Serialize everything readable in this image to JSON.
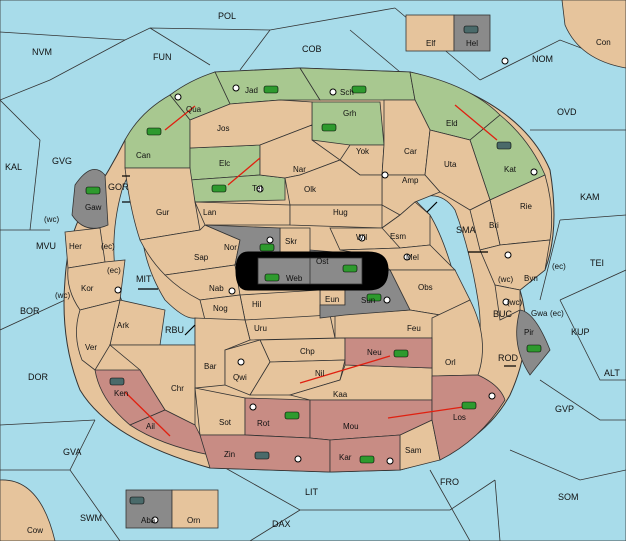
{
  "colors": {
    "sea": "#a8dcea",
    "land": "#e6c49c",
    "power_green": "#a8c890",
    "power_red": "#c88c84",
    "power_gray": "#8a8a8a",
    "impassable": "#000000",
    "order_arrow": "#e02010"
  },
  "sea_labels": [
    {
      "id": "pol",
      "text": "POL"
    },
    {
      "id": "nvm",
      "text": "NVM"
    },
    {
      "id": "fun",
      "text": "FUN"
    },
    {
      "id": "cob",
      "text": "COB"
    },
    {
      "id": "nom",
      "text": "NOM"
    },
    {
      "id": "ovd",
      "text": "OVD"
    },
    {
      "id": "kal",
      "text": "KAL"
    },
    {
      "id": "gvg",
      "text": "GVG"
    },
    {
      "id": "gor",
      "text": "GOR"
    },
    {
      "id": "kam",
      "text": "KAM"
    },
    {
      "id": "sma",
      "text": "SMA"
    },
    {
      "id": "tei",
      "text": "TEI"
    },
    {
      "id": "mvu",
      "text": "MVU"
    },
    {
      "id": "mit",
      "text": "MIT"
    },
    {
      "id": "bor",
      "text": "BOR"
    },
    {
      "id": "rbu",
      "text": "RBU"
    },
    {
      "id": "buc",
      "text": "BUC"
    },
    {
      "id": "kup",
      "text": "KUP"
    },
    {
      "id": "rod",
      "text": "ROD"
    },
    {
      "id": "alt",
      "text": "ALT"
    },
    {
      "id": "dor",
      "text": "DOR"
    },
    {
      "id": "gvp",
      "text": "GVP"
    },
    {
      "id": "gva",
      "text": "GVA"
    },
    {
      "id": "fro",
      "text": "FRO"
    },
    {
      "id": "lit",
      "text": "LIT"
    },
    {
      "id": "som",
      "text": "SOM"
    },
    {
      "id": "swm",
      "text": "SWM"
    },
    {
      "id": "dax",
      "text": "DAX"
    }
  ],
  "land_labels": [
    {
      "id": "con",
      "text": "Con"
    },
    {
      "id": "elf",
      "text": "Elf"
    },
    {
      "id": "hel",
      "text": "Hel"
    },
    {
      "id": "cow",
      "text": "Cow"
    },
    {
      "id": "aba",
      "text": "Aba"
    },
    {
      "id": "orn",
      "text": "Orn"
    },
    {
      "id": "jad",
      "text": "Jad"
    },
    {
      "id": "sch",
      "text": "Sch"
    },
    {
      "id": "qua",
      "text": "Qua"
    },
    {
      "id": "jos",
      "text": "Jos"
    },
    {
      "id": "grh",
      "text": "Grh"
    },
    {
      "id": "eld",
      "text": "Eld"
    },
    {
      "id": "can",
      "text": "Can"
    },
    {
      "id": "yok",
      "text": "Yok"
    },
    {
      "id": "car",
      "text": "Car"
    },
    {
      "id": "uta",
      "text": "Uta"
    },
    {
      "id": "elc",
      "text": "Elc"
    },
    {
      "id": "nar",
      "text": "Nar"
    },
    {
      "id": "amp",
      "text": "Amp"
    },
    {
      "id": "kat",
      "text": "Kat"
    },
    {
      "id": "tel",
      "text": "Tel"
    },
    {
      "id": "olk",
      "text": "Olk"
    },
    {
      "id": "gaw",
      "text": "Gaw"
    },
    {
      "id": "gur",
      "text": "Gur"
    },
    {
      "id": "lan",
      "text": "Lan"
    },
    {
      "id": "hug",
      "text": "Hug"
    },
    {
      "id": "rie",
      "text": "Rie"
    },
    {
      "id": "bri",
      "text": "Bri"
    },
    {
      "id": "wil",
      "text": "Wil"
    },
    {
      "id": "esm",
      "text": "Esm"
    },
    {
      "id": "nor",
      "text": "Nor"
    },
    {
      "id": "skr",
      "text": "Skr"
    },
    {
      "id": "her",
      "text": "Her"
    },
    {
      "id": "sap",
      "text": "Sap"
    },
    {
      "id": "ost",
      "text": "Ost"
    },
    {
      "id": "mel",
      "text": "Mel"
    },
    {
      "id": "byn",
      "text": "Byn"
    },
    {
      "id": "web",
      "text": "Web"
    },
    {
      "id": "kor",
      "text": "Kor"
    },
    {
      "id": "nab",
      "text": "Nab"
    },
    {
      "id": "eun",
      "text": "Eun"
    },
    {
      "id": "obs",
      "text": "Obs"
    },
    {
      "id": "sun",
      "text": "Sun"
    },
    {
      "id": "hil",
      "text": "Hil"
    },
    {
      "id": "gwa",
      "text": "Gwa"
    },
    {
      "id": "ark",
      "text": "Ark"
    },
    {
      "id": "nog",
      "text": "Nog"
    },
    {
      "id": "pir",
      "text": "Pir"
    },
    {
      "id": "uru",
      "text": "Uru"
    },
    {
      "id": "feu",
      "text": "Feu"
    },
    {
      "id": "ver",
      "text": "Ver"
    },
    {
      "id": "chp",
      "text": "Chp"
    },
    {
      "id": "neu",
      "text": "Neu"
    },
    {
      "id": "bar",
      "text": "Bar"
    },
    {
      "id": "orl",
      "text": "Orl"
    },
    {
      "id": "qwi",
      "text": "Qwi"
    },
    {
      "id": "nil",
      "text": "Nil"
    },
    {
      "id": "chr",
      "text": "Chr"
    },
    {
      "id": "ken",
      "text": "Ken"
    },
    {
      "id": "kaa",
      "text": "Kaa"
    },
    {
      "id": "ail",
      "text": "Ail"
    },
    {
      "id": "rot",
      "text": "Rot"
    },
    {
      "id": "mou",
      "text": "Mou"
    },
    {
      "id": "los",
      "text": "Los"
    },
    {
      "id": "sot",
      "text": "Sot"
    },
    {
      "id": "sam",
      "text": "Sam"
    },
    {
      "id": "zin",
      "text": "Zin"
    },
    {
      "id": "kar",
      "text": "Kar"
    }
  ],
  "coast_labels": [
    {
      "id": "her_wc",
      "text": "(wc)"
    },
    {
      "id": "her_ec",
      "text": "(ec)"
    },
    {
      "id": "kor_ec",
      "text": "(ec)"
    },
    {
      "id": "kor_wc",
      "text": "(wc)"
    },
    {
      "id": "byn_wc",
      "text": "(wc)"
    },
    {
      "id": "byn_ec",
      "text": "(ec)"
    },
    {
      "id": "gwa_wc",
      "text": "(wc)"
    },
    {
      "id": "gwa_ec",
      "text": "(ec)"
    }
  ]
}
